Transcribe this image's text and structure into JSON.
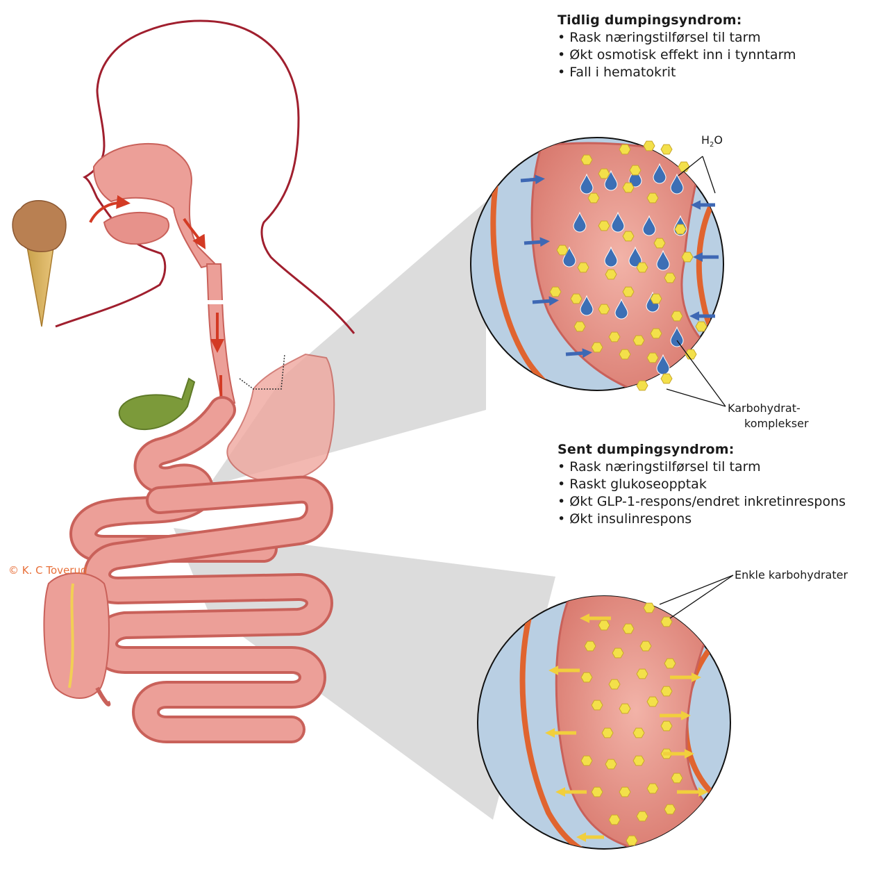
{
  "copyright": "© K. C Toverud",
  "early": {
    "heading": "Tidlig dumpingsyndrom:",
    "bullets": [
      "Rask næringstilførsel til tarm",
      "Økt osmotisk effekt inn i tynntarm",
      "Fall i hematokrit"
    ],
    "water_label_main": "H",
    "water_label_sub": "2",
    "water_label_end": "O",
    "complex_label_line1": "Karbohydrat-",
    "complex_label_line2": "komplekser"
  },
  "late": {
    "heading": "Sent dumpingsyndrom:",
    "bullets": [
      "Rask næringstilførsel til tarm",
      "Raskt glukoseopptak",
      "Økt GLP-1-respons/endret inkretinrespons",
      "Økt insulinrespons"
    ],
    "simple_label": "Enkle karbohydrater"
  },
  "colors": {
    "outline": "#a01f2e",
    "tissue": "#e8918a",
    "tissue_dark": "#c9615a",
    "circle_bg": "#b9cfe3",
    "vessel": "#e0642f",
    "hexagon": "#f3e04a",
    "water_drop": "#3c6fb5",
    "arrow_blue": "#3e68b4",
    "arrow_yellow": "#f1cf3d",
    "gallbladder": "#7c9a3a",
    "zoom_cone": "#cfcfcf"
  }
}
